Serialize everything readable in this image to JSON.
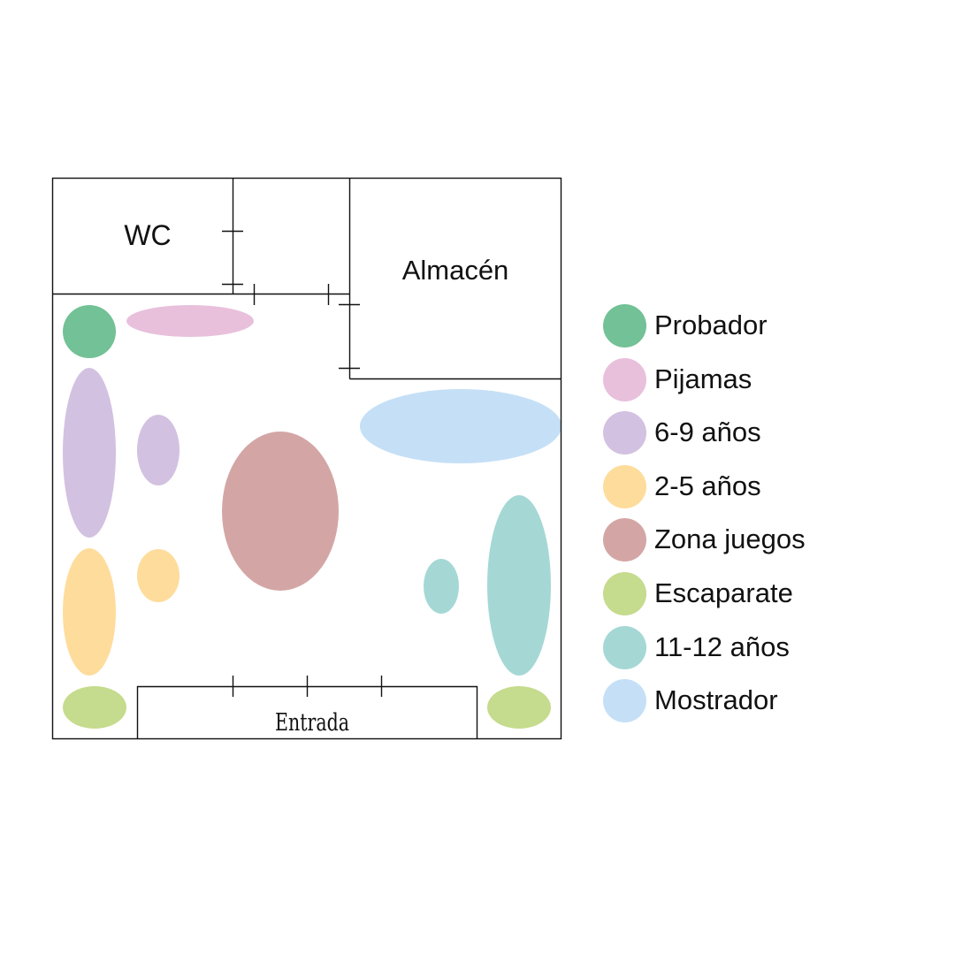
{
  "rooms": {
    "wc": "WC",
    "almacen": "Almacén",
    "entrada": "Entrada"
  },
  "colors": {
    "probador": "#73c196",
    "pijamas": "#e8c0dc",
    "edad_6_9": "#d3c1e1",
    "edad_2_5": "#fedc9c",
    "zona_juegos": "#d3a6a5",
    "escaparate": "#c5db8d",
    "edad_11_12": "#a5d8d5",
    "mostrador": "#c5e0f6",
    "walls": "#111111"
  },
  "legend": [
    {
      "label": "Probador",
      "color": "#73c196",
      "name": "legend-item-probador"
    },
    {
      "label": "Pijamas",
      "color": "#e8c0dc",
      "name": "legend-item-pijamas"
    },
    {
      "label": "6-9 años",
      "color": "#d3c1e1",
      "name": "legend-item-6-9-anos"
    },
    {
      "label": "2-5 años",
      "color": "#fedc9c",
      "name": "legend-item-2-5-anos"
    },
    {
      "label": "Zona juegos",
      "color": "#d3a6a5",
      "name": "legend-item-zona-juegos"
    },
    {
      "label": "Escaparate",
      "color": "#c5db8d",
      "name": "legend-item-escaparate"
    },
    {
      "label": "11-12 años",
      "color": "#a5d8d5",
      "name": "legend-item-11-12-anos"
    },
    {
      "label": "Mostrador",
      "color": "#c5e0f6",
      "name": "legend-item-mostrador"
    }
  ]
}
